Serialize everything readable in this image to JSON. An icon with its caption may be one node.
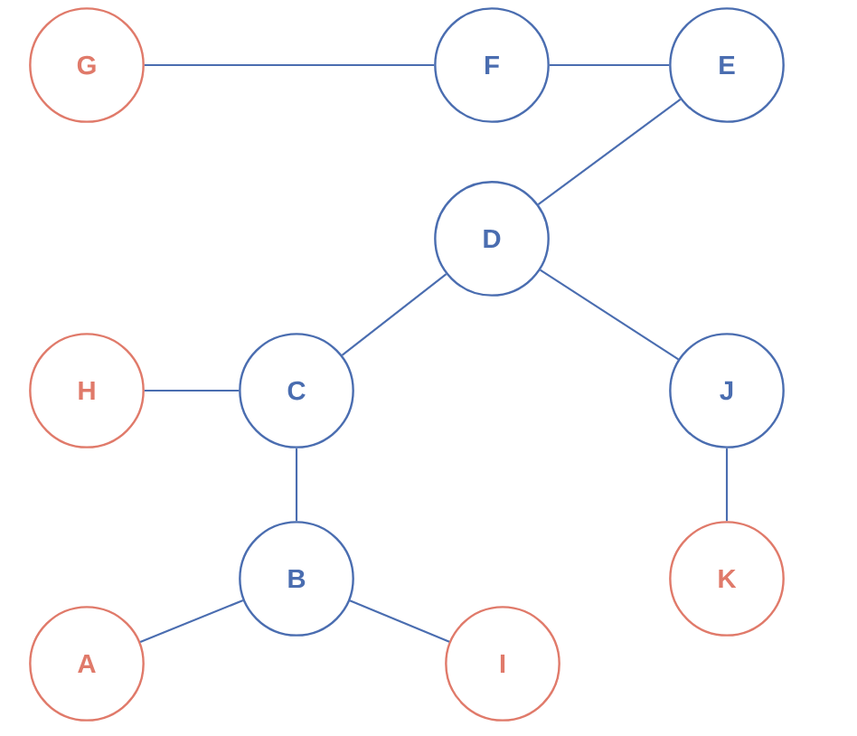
{
  "diagram": {
    "nodes": [
      {
        "text": [
          "G"
        ]
      },
      {
        "text": [
          "F"
        ]
      },
      {
        "text": [
          "E"
        ]
      },
      {
        "text": [
          "D"
        ]
      },
      {
        "text": [
          "H"
        ]
      },
      {
        "text": [
          "C"
        ]
      },
      {
        "text": [
          "J"
        ]
      },
      {
        "text": [
          "B"
        ]
      },
      {
        "text": [
          "K"
        ]
      },
      {
        "text": [
          "A"
        ]
      },
      {
        "text": [
          "I"
        ]
      }
    ],
    "edges": [
      {
        "from": 0,
        "to": 1,
        "arrow": "none"
      },
      {
        "from": 1,
        "to": 2,
        "arrow": "none"
      },
      {
        "from": 2,
        "to": 3,
        "arrow": "none"
      },
      {
        "from": 3,
        "to": 5,
        "arrow": "none"
      },
      {
        "from": 3,
        "to": 6,
        "arrow": "none"
      },
      {
        "from": 4,
        "to": 5,
        "arrow": "none"
      },
      {
        "from": 5,
        "to": 7,
        "arrow": "none"
      },
      {
        "from": 6,
        "to": 8,
        "arrow": "none"
      },
      {
        "from": 7,
        "to": 9,
        "arrow": "none"
      },
      {
        "from": 7,
        "to": 10,
        "arrow": "none"
      }
    ]
  }
}
